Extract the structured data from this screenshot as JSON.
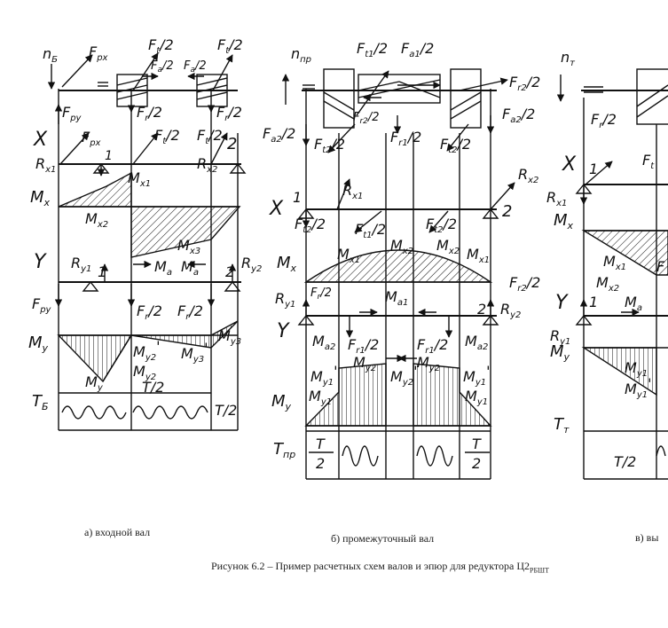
{
  "panels": {
    "a": {
      "caption": "а) входной вал",
      "labels": {
        "n": "n",
        "n_sub": "Б",
        "F_rx": "F",
        "F_rx_sub": "px",
        "F_t2_a": "F",
        "F_t2_a_sub": "t",
        "F_t2_a_tail": "/2",
        "F_t2_b": "F",
        "F_t2_b_sub": "t",
        "F_t2_b_tail": "/2",
        "F_a2_a": "F",
        "F_a2_a_sub": "a",
        "F_a2_a_tail": "/2",
        "F_a2_b": "F",
        "F_a2_b_sub": "a",
        "F_a2_b_tail": "/2",
        "F_ry": "F",
        "F_ry_sub": "py",
        "F_r2_a": "F",
        "F_r2_a_sub": "r",
        "F_r2_a_tail": "/2",
        "F_r2_b": "F",
        "F_r2_b_sub": "r",
        "F_r2_b_tail": "/2",
        "X": "X",
        "F_px2": "F",
        "F_px2_sub": "px",
        "F_t2_c": "F",
        "F_t2_c_sub": "t",
        "F_t2_c_tail": "/2",
        "F_t2_d": "F",
        "F_t2_d_sub": "t",
        "F_t2_d_tail": "/2",
        "num2x": "2",
        "R_x1": "R",
        "R_x1_sub": "x1",
        "R_x2": "R",
        "R_x2_sub": "x2",
        "num1x": "1",
        "M_x": "M",
        "M_x_sub": "x",
        "M_x1": "M",
        "M_x1_sub": "x1",
        "M_x2": "M",
        "M_x2_sub": "x2",
        "M_x3": "M",
        "M_x3_sub": "x3",
        "Y": "Y",
        "R_y1": "R",
        "R_y1_sub": "y1",
        "R_y2": "R",
        "R_y2_sub": "y2",
        "num1y": "1",
        "num2y": "2",
        "M_a": "M",
        "M_a_sub": "a",
        "M_a2": "M",
        "M_a2_sub": "a",
        "F_py2": "F",
        "F_py2_sub": "py",
        "F_r2_c": "F",
        "F_r2_c_sub": "r",
        "F_r2_c_tail": "/2",
        "F_r2_d": "F",
        "F_r2_d_sub": "r",
        "F_r2_d_tail": "/2",
        "M_y": "M",
        "M_y_sub": "y",
        "M_y2p": "M",
        "M_y2p_sub": "y2",
        "M_y2p_prime": "'",
        "M_y2": "M",
        "M_y2_sub": "y2",
        "M_y3": "M",
        "M_y3_sub": "y3",
        "M_y3p": "M",
        "M_y3p_sub": "y3",
        "M_y3p_prime": "'",
        "M_y_bot": "M",
        "M_y_bot_sub": "y",
        "T": "T",
        "T_sub": "Б",
        "T_half1": "T/2",
        "T_half2": "T/2"
      }
    },
    "b": {
      "caption": "б) промежуточный вал",
      "labels": {
        "n": "n",
        "n_sub": "пр",
        "F_t1": "F",
        "F_t1_sub": "t1",
        "F_t1_tail": "/2",
        "F_a1": "F",
        "F_a1_sub": "a1",
        "F_a1_tail": "/2",
        "F_r2": "F",
        "F_r2_sub": "r2",
        "F_r2_tail": "/2",
        "F_a2": "F",
        "F_a2_sub": "a2",
        "F_a2_tail": "/2",
        "F_a2r": "F",
        "F_a2r_sub": "a2",
        "F_a2r_tail": "/2",
        "F_t2": "F",
        "F_t2_sub": "t2",
        "F_t2_tail": "/2",
        "F_r2m": "F",
        "F_r2m_sub": "r2",
        "F_r2m_tail": "/2",
        "F_r1": "F",
        "F_r1_sub": "r1",
        "F_r1_tail": "/2",
        "F_t2r": "F",
        "F_t2r_sub": "t2",
        "F_t2r_tail": "/2",
        "X": "X",
        "num1x": "1",
        "num2x": "2",
        "R_x1": "R",
        "R_x1_sub": "x1",
        "R_x2": "R",
        "R_x2_sub": "x2",
        "F_t2b": "F",
        "F_t2b_sub": "t2",
        "F_t2b_tail": "/2",
        "F_t1b": "F",
        "F_t1b_sub": "t1",
        "F_t1b_tail": "/2",
        "F_t2c": "F",
        "F_t2c_sub": "t2",
        "F_t2c_tail": "/2",
        "M_x": "M",
        "M_x_sub": "x",
        "M_x1l": "M",
        "M_x1l_sub": "x1",
        "M_x2l": "M",
        "M_x2l_sub": "x2",
        "M_x2r": "M",
        "M_x2r_sub": "x2",
        "M_x1r": "M",
        "M_x1r_sub": "x1",
        "F_r2y": "F",
        "F_r2y_sub": "r2",
        "F_r2y_tail": "/2",
        "F_r2yl": "F",
        "F_r2yl_sub": "r",
        "F_r2yl_tail": "/2",
        "R_y1": "R",
        "R_y1_sub": "y1",
        "M_a1": "M",
        "M_a1_sub": "a1",
        "R_y2": "R",
        "R_y2_sub": "y2",
        "Y": "Y",
        "num2y": "2",
        "M_a2l": "M",
        "M_a2l_sub": "a2",
        "F_r1yl": "F",
        "F_r1yl_sub": "r1",
        "F_r1yl_tail": "/2",
        "F_r1yr": "F",
        "F_r1yr_sub": "r1",
        "F_r1yr_tail": "/2",
        "M_a2r": "M",
        "M_a2r_sub": "a2",
        "M_y2l": "M",
        "M_y2l_sub": "y2",
        "M_y2r": "M",
        "M_y2r_sub": "y2",
        "M_y1p": "M",
        "M_y1p_sub": "y1",
        "M_y1p_prime": "'",
        "M_y2p": "M",
        "M_y2p_sub": "y2",
        "M_y2p_prime": "'",
        "M_y1pr": "M",
        "M_y1pr_sub": "y1",
        "M_y1pr_prime": "'",
        "M_y": "M",
        "M_y_sub": "y",
        "M_y1l": "M",
        "M_y1l_sub": "y1",
        "M_y1r": "M",
        "M_y1r_sub": "y1",
        "T": "T",
        "T_sub": "пр",
        "T_num1": "T",
        "T_den1": "2",
        "T_num2": "T",
        "T_den2": "2"
      }
    },
    "c": {
      "caption": "в) вы",
      "labels": {
        "n": "n",
        "n_sub": "т",
        "F_r": "F",
        "F_r_sub": "r",
        "F_r_tail": "/2",
        "F_t": "F",
        "F_t_sub": "t",
        "X": "X",
        "num1": "1",
        "R_x1": "R",
        "R_x1_sub": "x1",
        "M_x": "M",
        "M_x_sub": "x",
        "M_x1": "M",
        "M_x1_sub": "x1",
        "M_x2": "M",
        "M_x2_sub": "x2",
        "F_cut": "F",
        "Y": "Y",
        "num1y": "1",
        "M_a": "M",
        "M_a_sub": "a",
        "R_y1": "R",
        "R_y1_sub": "y1",
        "M_y": "M",
        "M_y_sub": "y",
        "M_y1": "M",
        "M_y1_sub": "y1",
        "M_y1p": "M",
        "M_y1p_sub": "y1",
        "M_y1p_prime": "'",
        "T": "T",
        "T_sub": "т",
        "T_half": "T/2"
      }
    }
  },
  "figure_caption": {
    "text": "Рисунок 6.2 – Пример расчетных схем валов и эпюр для редуктора Ц2",
    "sub": "РБШТ"
  }
}
